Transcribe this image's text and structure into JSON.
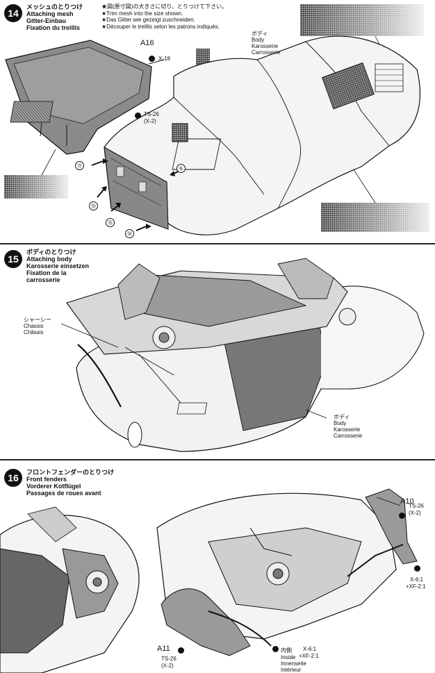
{
  "step14": {
    "number": "14",
    "title_jp": "メッシュのとりつけ",
    "title_en": "Attaching mesh",
    "title_de": "Gitter-Einbau",
    "title_fr": "Fixation du treillis",
    "instr_jp": "★図(原寸図)の大きさに切り、とりつけて下さい。",
    "instr_en": "★Trim mesh into the size shown.",
    "instr_de": "★Das Gitter wie gezeigt zuschneiden.",
    "instr_fr": "★Découper le treillis selon les patrons indiqués.",
    "part_a16": "A16",
    "x18": "X-18",
    "ts26": "TS-26",
    "x2": "(X-2)",
    "body_jp": "ボディ",
    "body_en": "Body",
    "body_de": "Karosserie",
    "body_fr": "Carrosserie",
    "arrows": [
      "⑰",
      "⑯",
      "⑮",
      "⑬",
      "⑭"
    ]
  },
  "step15": {
    "number": "15",
    "title_jp": "ボディのとりつけ",
    "title_en": "Attaching body",
    "title_de": "Karosserie einsetzen",
    "title_fr1": "Fixation de la",
    "title_fr2": "carrosserie",
    "chassis_jp": "シャーシー",
    "chassis_en": "Chassis",
    "chassis_fr": "Châssis",
    "body_jp": "ボディ",
    "body_en": "Body",
    "body_de": "Karosserie",
    "body_fr": "Carrosserie"
  },
  "step16": {
    "number": "16",
    "title_jp": "フロントフェンダーのとりつけ",
    "title_en": "Front fenders",
    "title_de": "Vorderer Kotflügel",
    "title_fr": "Passages de roues avant",
    "part_a10": "A10",
    "part_a11": "A11",
    "ts26_a": "TS-26",
    "x2_a": "(X-2)",
    "ts26_b": "TS-26",
    "x2_b": "(X-2)",
    "x61_a": "X-6:1",
    "xf21_a": "+XF-2:1",
    "inside_jp": "内側",
    "x61_b": "X-6:1",
    "xf21_b": "+XF-2:1",
    "inside_en": "Inside",
    "inside_de": "Innenseite",
    "inside_fr": "Intérieur"
  }
}
